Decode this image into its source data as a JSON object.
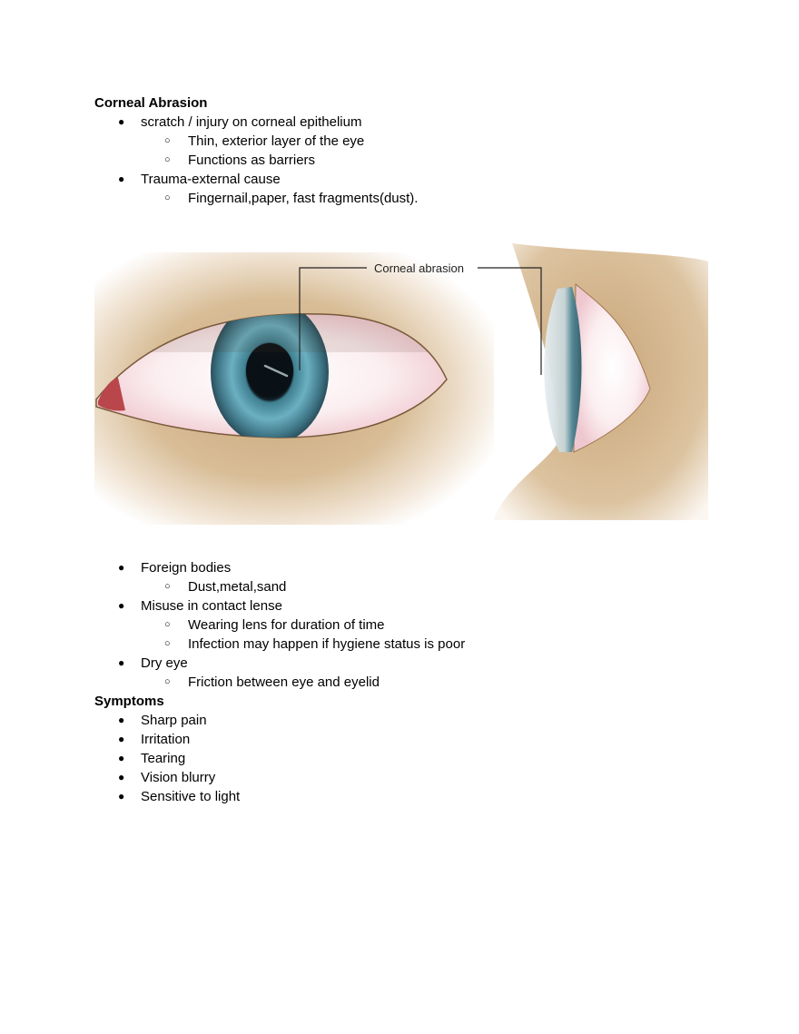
{
  "section1": {
    "heading": "Corneal Abrasion",
    "items_top": [
      {
        "text": "scratch / injury on corneal epithelium",
        "level": 1
      },
      {
        "text": "Thin, exterior layer of the eye",
        "level": 2
      },
      {
        "text": "Functions as barriers",
        "level": 2
      },
      {
        "text": "Trauma-external cause",
        "level": 1
      },
      {
        "text": "Fingernail,paper, fast fragments(dust).",
        "level": 2
      }
    ],
    "figure": {
      "callout_label": "Corneal abrasion",
      "alt": "Illustration of an eye with a corneal abrasion, front and side views"
    },
    "items_bottom": [
      {
        "text": "Foreign bodies",
        "level": 1
      },
      {
        "text": "Dust,metal,sand",
        "level": 2
      },
      {
        "text": "Misuse in contact lense",
        "level": 1
      },
      {
        "text": "Wearing lens for duration of time",
        "level": 2
      },
      {
        "text": "Infection may happen if hygiene status is poor",
        "level": 2
      },
      {
        "text": "Dry eye",
        "level": 1
      },
      {
        "text": "Friction between eye and eyelid",
        "level": 2
      }
    ]
  },
  "section2": {
    "heading": "Symptoms",
    "items": [
      {
        "text": "Sharp pain",
        "level": 1
      },
      {
        "text": "Irritation",
        "level": 1
      },
      {
        "text": "Tearing",
        "level": 1
      },
      {
        "text": "Vision blurry",
        "level": 1
      },
      {
        "text": "Sensitive to light",
        "level": 1
      }
    ]
  },
  "bullets": {
    "level1": "●",
    "level2": "○"
  }
}
